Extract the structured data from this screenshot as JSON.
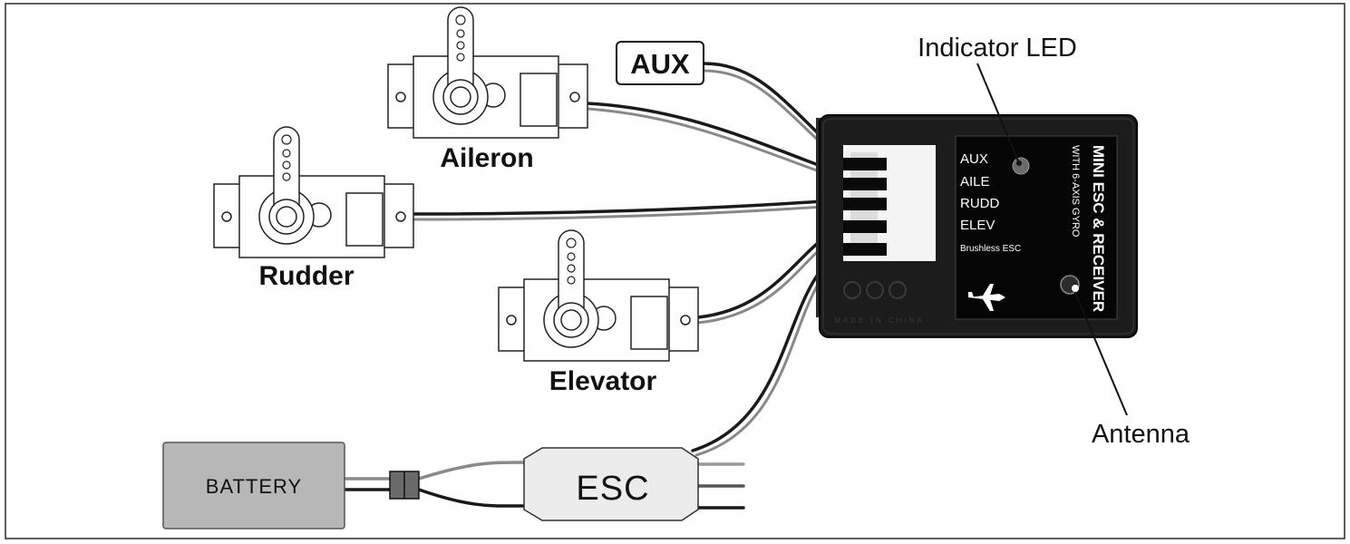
{
  "labels": {
    "aux_tag": "AUX",
    "indicator_led": "Indicator LED",
    "antenna": "Antenna",
    "aileron": "Aileron",
    "rudder": "Rudder",
    "elevator": "Elevator",
    "battery": "BATTERY",
    "esc": "ESC"
  },
  "receiver": {
    "title": "MINI ESC & RECEIVER",
    "subtitle": "WITH 6-AXIS GYRO",
    "ports": [
      "AUX",
      "AILE",
      "RUDD",
      "ELEV",
      "Brushless ESC"
    ],
    "mold_text": "MADE IN CHINA",
    "icon": "airplane-icon"
  },
  "colors": {
    "receiver_body": "#1c1c1c",
    "label_panel": "#050505",
    "battery": "#b7b7b7",
    "esc": "#ececec",
    "wire_dark": "#1a1a1a",
    "wire_gray": "#8a8a8a"
  }
}
